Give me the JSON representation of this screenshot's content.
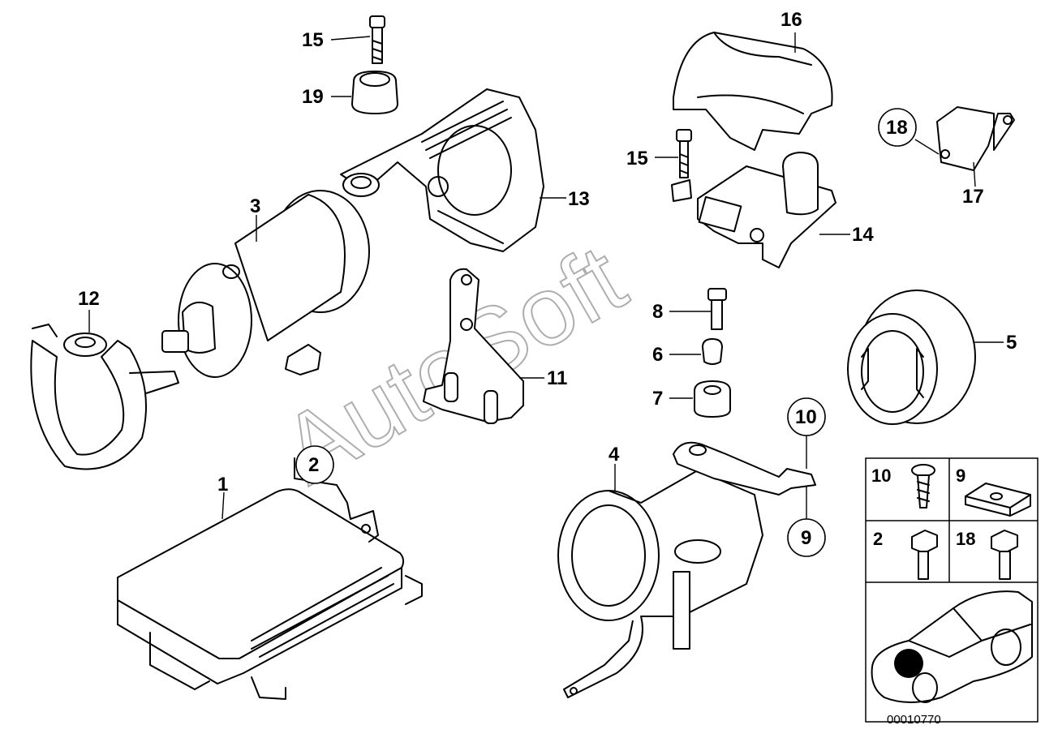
{
  "watermark": "AutoSoft",
  "reference_number": "00010770",
  "parts": [
    {
      "id": "1",
      "label": "1"
    },
    {
      "id": "2",
      "label": "2"
    },
    {
      "id": "3",
      "label": "3"
    },
    {
      "id": "4",
      "label": "4"
    },
    {
      "id": "5",
      "label": "5"
    },
    {
      "id": "6",
      "label": "6"
    },
    {
      "id": "7",
      "label": "7"
    },
    {
      "id": "8",
      "label": "8"
    },
    {
      "id": "9",
      "label": "9"
    },
    {
      "id": "10",
      "label": "10"
    },
    {
      "id": "11",
      "label": "11"
    },
    {
      "id": "12",
      "label": "12"
    },
    {
      "id": "13",
      "label": "13"
    },
    {
      "id": "14",
      "label": "14"
    },
    {
      "id": "15a",
      "label": "15"
    },
    {
      "id": "15b",
      "label": "15"
    },
    {
      "id": "16",
      "label": "16"
    },
    {
      "id": "17",
      "label": "17"
    },
    {
      "id": "18",
      "label": "18"
    },
    {
      "id": "19",
      "label": "19"
    }
  ],
  "legend": {
    "cells": [
      {
        "label": "10",
        "icon": "screw-icon"
      },
      {
        "label": "9",
        "icon": "clip-nut-icon"
      },
      {
        "label": "2",
        "icon": "hex-bolt-icon"
      },
      {
        "label": "18",
        "icon": "hex-bolt-icon"
      }
    ],
    "car_icon": "car-location-icon"
  }
}
